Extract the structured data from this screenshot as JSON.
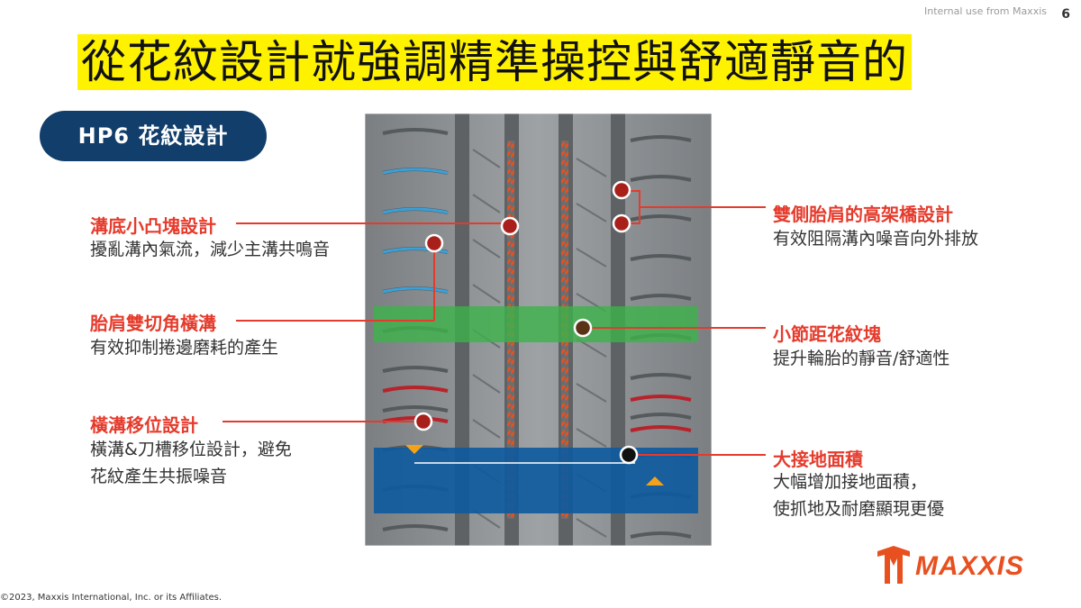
{
  "header": {
    "internal_note": "Internal use from Maxxis",
    "page_number": "6"
  },
  "title": "從花紋設計就強調精準操控與舒適靜音的",
  "badge": "HP6 花紋設計",
  "features_left": [
    {
      "title": "溝底小凸塊設計",
      "desc": [
        "擾亂溝內氣流，減少主溝共鳴音"
      ]
    },
    {
      "title": "胎肩雙切角橫溝",
      "desc": [
        "有效抑制捲邊磨耗的產生"
      ]
    },
    {
      "title": "橫溝移位設計",
      "desc": [
        "橫溝&刀槽移位設計，避免",
        "花紋產生共振噪音"
      ]
    }
  ],
  "features_right": [
    {
      "title": "雙側胎肩的高架橋設計",
      "desc": [
        "有效阻隔溝內噪音向外排放"
      ]
    },
    {
      "title": "小節距花紋塊",
      "desc": [
        "提升輪胎的靜音/舒適性"
      ]
    },
    {
      "title": "大接地面積",
      "desc": [
        "大幅增加接地面積，",
        "使抓地及耐磨顯現更優"
      ]
    }
  ],
  "footer": "©2023, Maxxis International, Inc. or its Affiliates.",
  "brand": "MAXXIS",
  "colors": {
    "title_highlight": "#fff200",
    "badge_bg": "#123e6c",
    "accent_red": "#e53b2c",
    "brand_orange": "#e8501f",
    "green_band": "#3cb34a",
    "blue_band": "#0d5a9e"
  },
  "icons": {
    "logo": "maxxis-m-logo",
    "marker": "circle-marker-icon",
    "arrow": "triangle-arrow-icon"
  }
}
